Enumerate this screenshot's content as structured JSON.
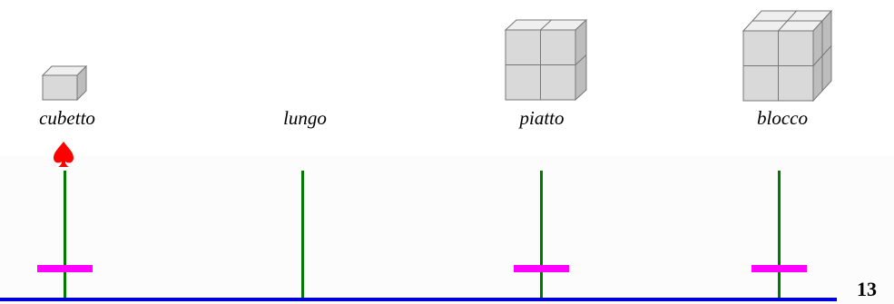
{
  "labels": {
    "cubetto": "cubetto",
    "lungo": "lungo",
    "piatto": "piatto",
    "blocco": "blocco"
  },
  "total": "13",
  "icons": {
    "marker": "spade-icon",
    "cubetto": "small-cube-icon",
    "piatto": "flat-cube-icon",
    "blocco": "block-cube-icon"
  },
  "colors": {
    "rod": "#007a00",
    "bead": "#ff00ff",
    "baseline": "#0000dd",
    "marker": "#ff0000",
    "cube_front": "#d9d9d9",
    "cube_top": "#efefef",
    "cube_side": "#bdbdbd",
    "cube_edge": "#777777"
  }
}
